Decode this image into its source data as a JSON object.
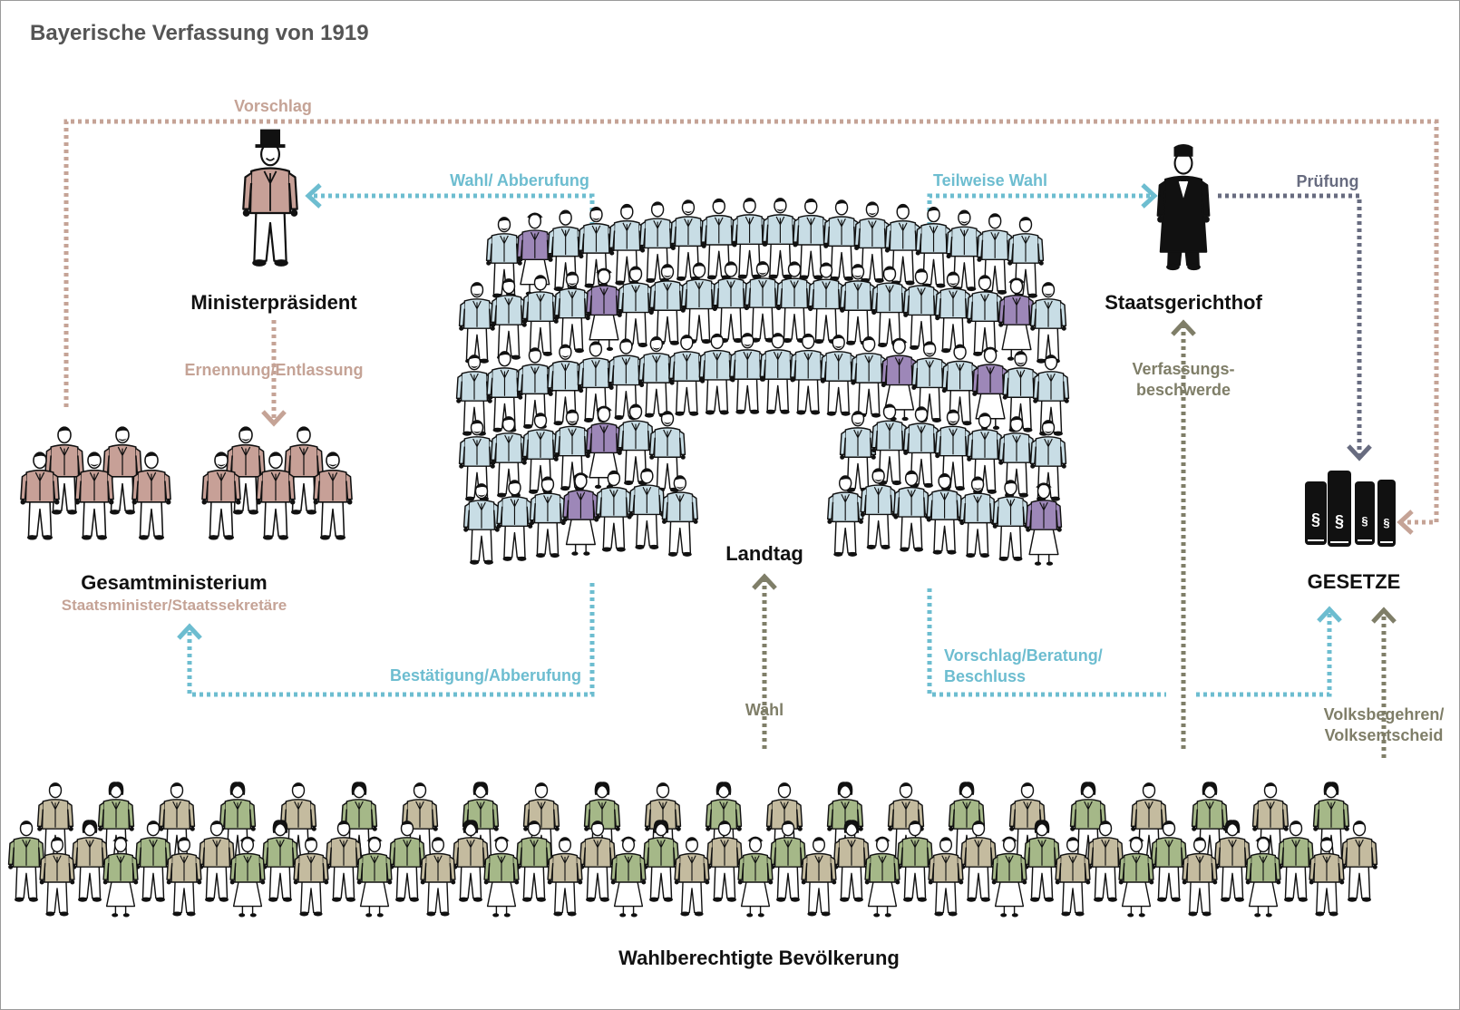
{
  "title": "Bayerische Verfassung von 1919",
  "colors": {
    "pink": "#c5a396",
    "blue": "#6dbdd0",
    "slate": "#686c80",
    "olive": "#7f7e68",
    "minister_fill": "#c7a097",
    "landtag_fill": "#c8dde5",
    "woman_fill": "#9d87b8",
    "people_khaki": "#c4bb9f",
    "people_green": "#a5b888",
    "ink": "#111111"
  },
  "nodes": {
    "ministerpraesident": "Ministerpräsident",
    "gesamtministerium": "Gesamtministerium",
    "gesamtministerium_sub": "Staatsminister/Staatssekretäre",
    "landtag": "Landtag",
    "staatsgerichthof": "Staatsgerichthof",
    "gesetze": "GESETZE",
    "bevoelkerung": "Wahlberechtigte Bevölkerung"
  },
  "icons": {
    "law_books": "paragraph-books-icon",
    "paragraph_glyph": "§"
  },
  "edges": {
    "vorschlag": "Vorschlag",
    "wahl_abberufung": "Wahl/ Abberufung",
    "teilweise_wahl": "Teilweise Wahl",
    "pruefung": "Prüfung",
    "ernennung": "Ernennung/Entlassung",
    "verfassungsbeschwerde": "Verfassungs-\nbeschwerde",
    "bestaetigung": "Bestätigung/Abberufung",
    "vorschlag_beratung": "Vorschlag/Beratung/\nBeschluss",
    "wahl": "Wahl",
    "volksbegehren": "Volksbegehren/\nVolksentscheid"
  }
}
